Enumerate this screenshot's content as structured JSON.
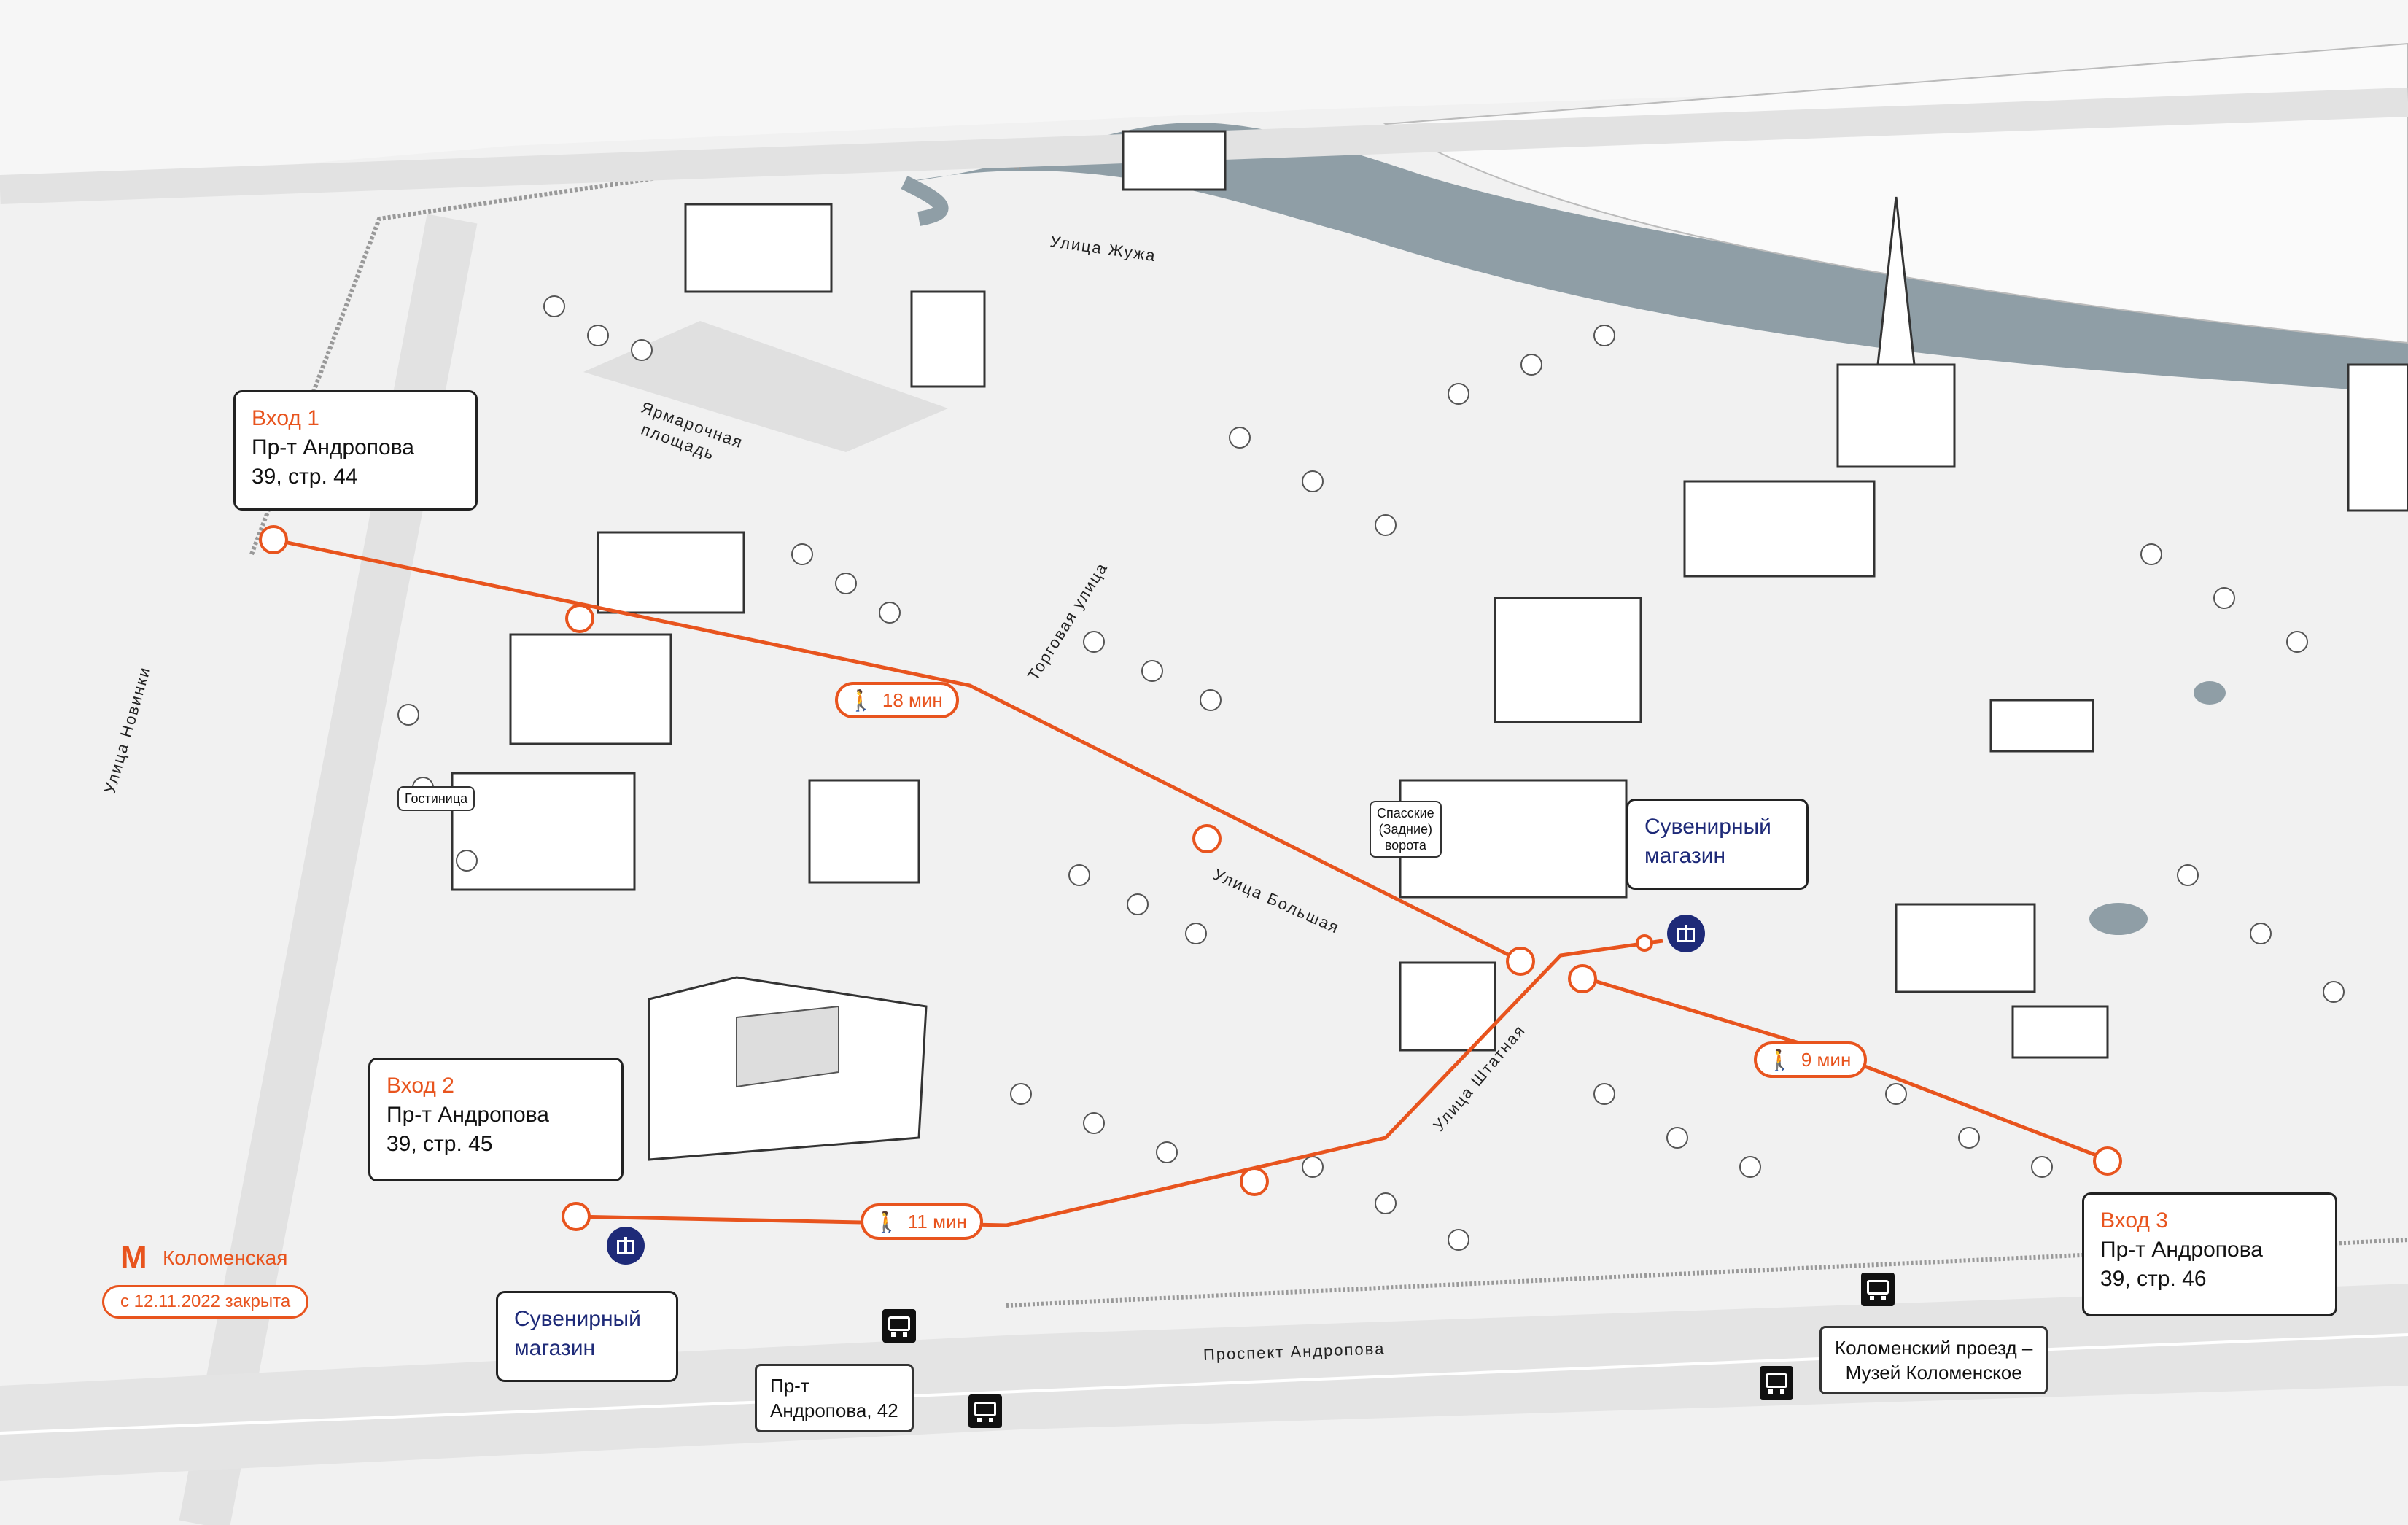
{
  "entrances": [
    {
      "title": "Вход 1",
      "address_line1": "Пр-т Андропова",
      "address_line2": "39, стр. 44"
    },
    {
      "title": "Вход 2",
      "address_line1": "Пр-т Андропова",
      "address_line2": "39, стр. 45"
    },
    {
      "title": "Вход 3",
      "address_line1": "Пр-т Андропова",
      "address_line2": "39, стр. 46"
    }
  ],
  "souvenir_shops": [
    {
      "line1": "Сувенирный",
      "line2": "магазин"
    },
    {
      "line1": "Сувенирный",
      "line2": "магазин"
    }
  ],
  "walk_times": [
    "18 мин",
    "11 мин",
    "9 мин"
  ],
  "streets": {
    "novinki": "Улица Новинки",
    "zhuzha": "Улица Жужа",
    "torgovaya": "Торговая улица",
    "bolshaya": "Улица Большая",
    "shtatnaya": "Улица Штатная",
    "andropova": "Проспект Андропова",
    "yarmarochnaya_line1": "Ярмарочная",
    "yarmarochnaya_line2": "площадь"
  },
  "labels": {
    "hotel": "Гостиница",
    "spasskie_line1": "Спасские",
    "spasskie_line2": "(Задние)",
    "spasskie_line3": "ворота"
  },
  "metro": {
    "name": "Коломенская",
    "logo": "М",
    "status": "с 12.11.2022 закрыта"
  },
  "bus_stops": [
    {
      "line1": "Пр-т",
      "line2": "Андропова, 42"
    },
    {
      "line1": "Коломенский проезд –",
      "line2": "Музей Коломенское"
    }
  ],
  "colors": {
    "route": "#e8541e",
    "shop": "#1e2a78",
    "river": "#8f9ea6",
    "background": "#f1f1f1"
  }
}
